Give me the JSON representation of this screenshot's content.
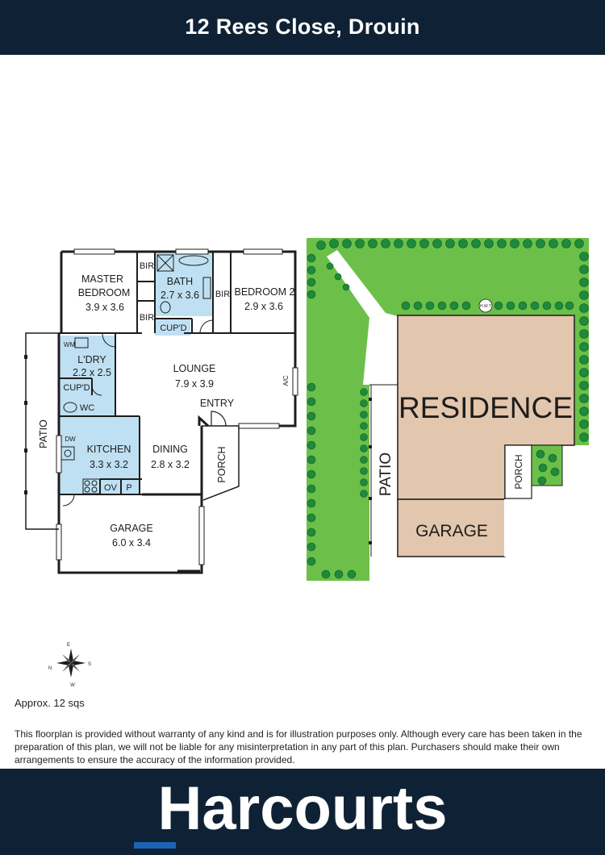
{
  "header": {
    "title": "12 Rees Close, Drouin"
  },
  "rooms": {
    "master_bedroom": {
      "name_line1": "MASTER",
      "name_line2": "BEDROOM",
      "size": "3.9 x 3.6"
    },
    "bir_top": "BIR",
    "bir_bottom": "BIR",
    "bath": {
      "name": "BATH",
      "size": "2.7 x 3.6"
    },
    "cupd_bath": "CUP'D",
    "bir_bedroom2": "BIR",
    "bedroom2": {
      "name": "BEDROOM 2",
      "size": "2.9 x 3.6"
    },
    "laundry": {
      "name": "L'DRY",
      "size": "2.2 x 2.5"
    },
    "wm": "WM",
    "cupd_laundry": "CUP'D",
    "wc": "WC",
    "lounge": {
      "name": "LOUNGE",
      "size": "7.9 x 3.9"
    },
    "ac": "A/C",
    "entry": "ENTRY",
    "patio": "PATIO",
    "dw": "DW",
    "kitchen": {
      "name": "KITCHEN",
      "size": "3.3 x 3.2"
    },
    "ov": "OV",
    "pantry": "P",
    "dining": {
      "name": "DINING",
      "size": "2.8 x 3.2"
    },
    "porch": "PORCH",
    "garage": {
      "name": "GARAGE",
      "size": "6.0 x 3.4"
    }
  },
  "site": {
    "residence": "RESIDENCE",
    "patio": "PATIO",
    "porch": "PORCH",
    "garage": "GARAGE",
    "hwt": "H.W.T"
  },
  "compass": {
    "n": "N",
    "e": "E",
    "s": "S",
    "w": "W"
  },
  "area": "Approx. 12 sqs",
  "disclaimer": "This floorplan is provided without warranty of any kind and is for illustration purposes only. Although every care has been taken in the preparation of this plan, we will not be liable for any misinterpretation in any part of this plan. Purchasers should make their own arrangements to ensure the accuracy of the information provided.",
  "brand": {
    "name": "Harcourts"
  },
  "colors": {
    "header_bg": "#0f2235",
    "wet_area": "#bfe0f3",
    "lawn": "#6cc04a",
    "residence": "#e3c6ae",
    "hedge": "#1e8a3a",
    "brand_accent": "#1c63b6"
  }
}
